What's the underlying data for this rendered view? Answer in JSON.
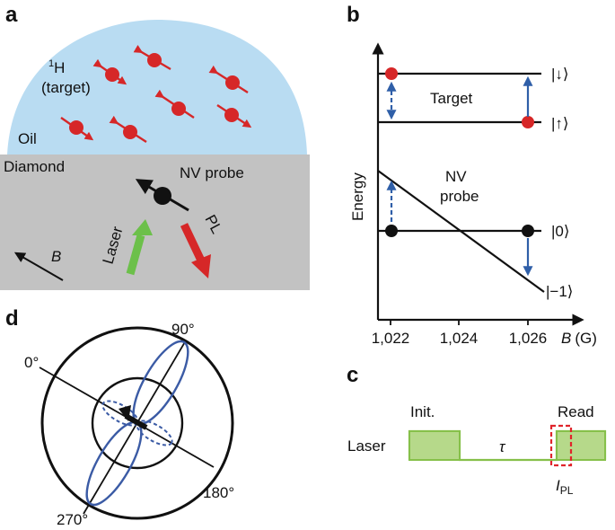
{
  "panels": {
    "a": {
      "label": "a",
      "target_label_line1_sup": "1",
      "target_label_line1": "H",
      "target_label_line2": "(target)",
      "oil_label": "Oil",
      "diamond_label": "Diamond",
      "nv_label": "NV probe",
      "laser_label": "Laser",
      "pl_label": "PL",
      "field_label": "B"
    },
    "b": {
      "label": "b",
      "y_axis_label": "Energy",
      "x_ticks": [
        "1,022",
        "1,024",
        "1,026"
      ],
      "x_axis_label_symbol": "B",
      "x_axis_label_unit": "(G)",
      "target_label": "Target",
      "nv_label_line1": "NV",
      "nv_label_line2": "probe",
      "state_down": "|↓⟩",
      "state_up": "|↑⟩",
      "state_zero": "|0⟩",
      "state_minus_one": "|−1⟩"
    },
    "c": {
      "label": "c",
      "row_label": "Laser",
      "init_label": "Init.",
      "read_label": "Read",
      "tau_label": "τ",
      "pl_signal_symbol": "I",
      "pl_signal_subscript": "PL"
    },
    "d": {
      "label": "d",
      "angle_labels": [
        "0°",
        "90°",
        "180°",
        "270°"
      ]
    }
  },
  "colors": {
    "oil": "#b9dcf2",
    "diamond": "#c2c2c2",
    "spin_red": "#d62728",
    "laser_green": "#6cc04a",
    "pl_red": "#d62728",
    "arrow_blue": "#2f5fa8",
    "polar_blue": "#3b5ba5",
    "pulse_fill": "#b6d98a",
    "pulse_stroke": "#86c04a",
    "readout_box": "#e0242b"
  }
}
